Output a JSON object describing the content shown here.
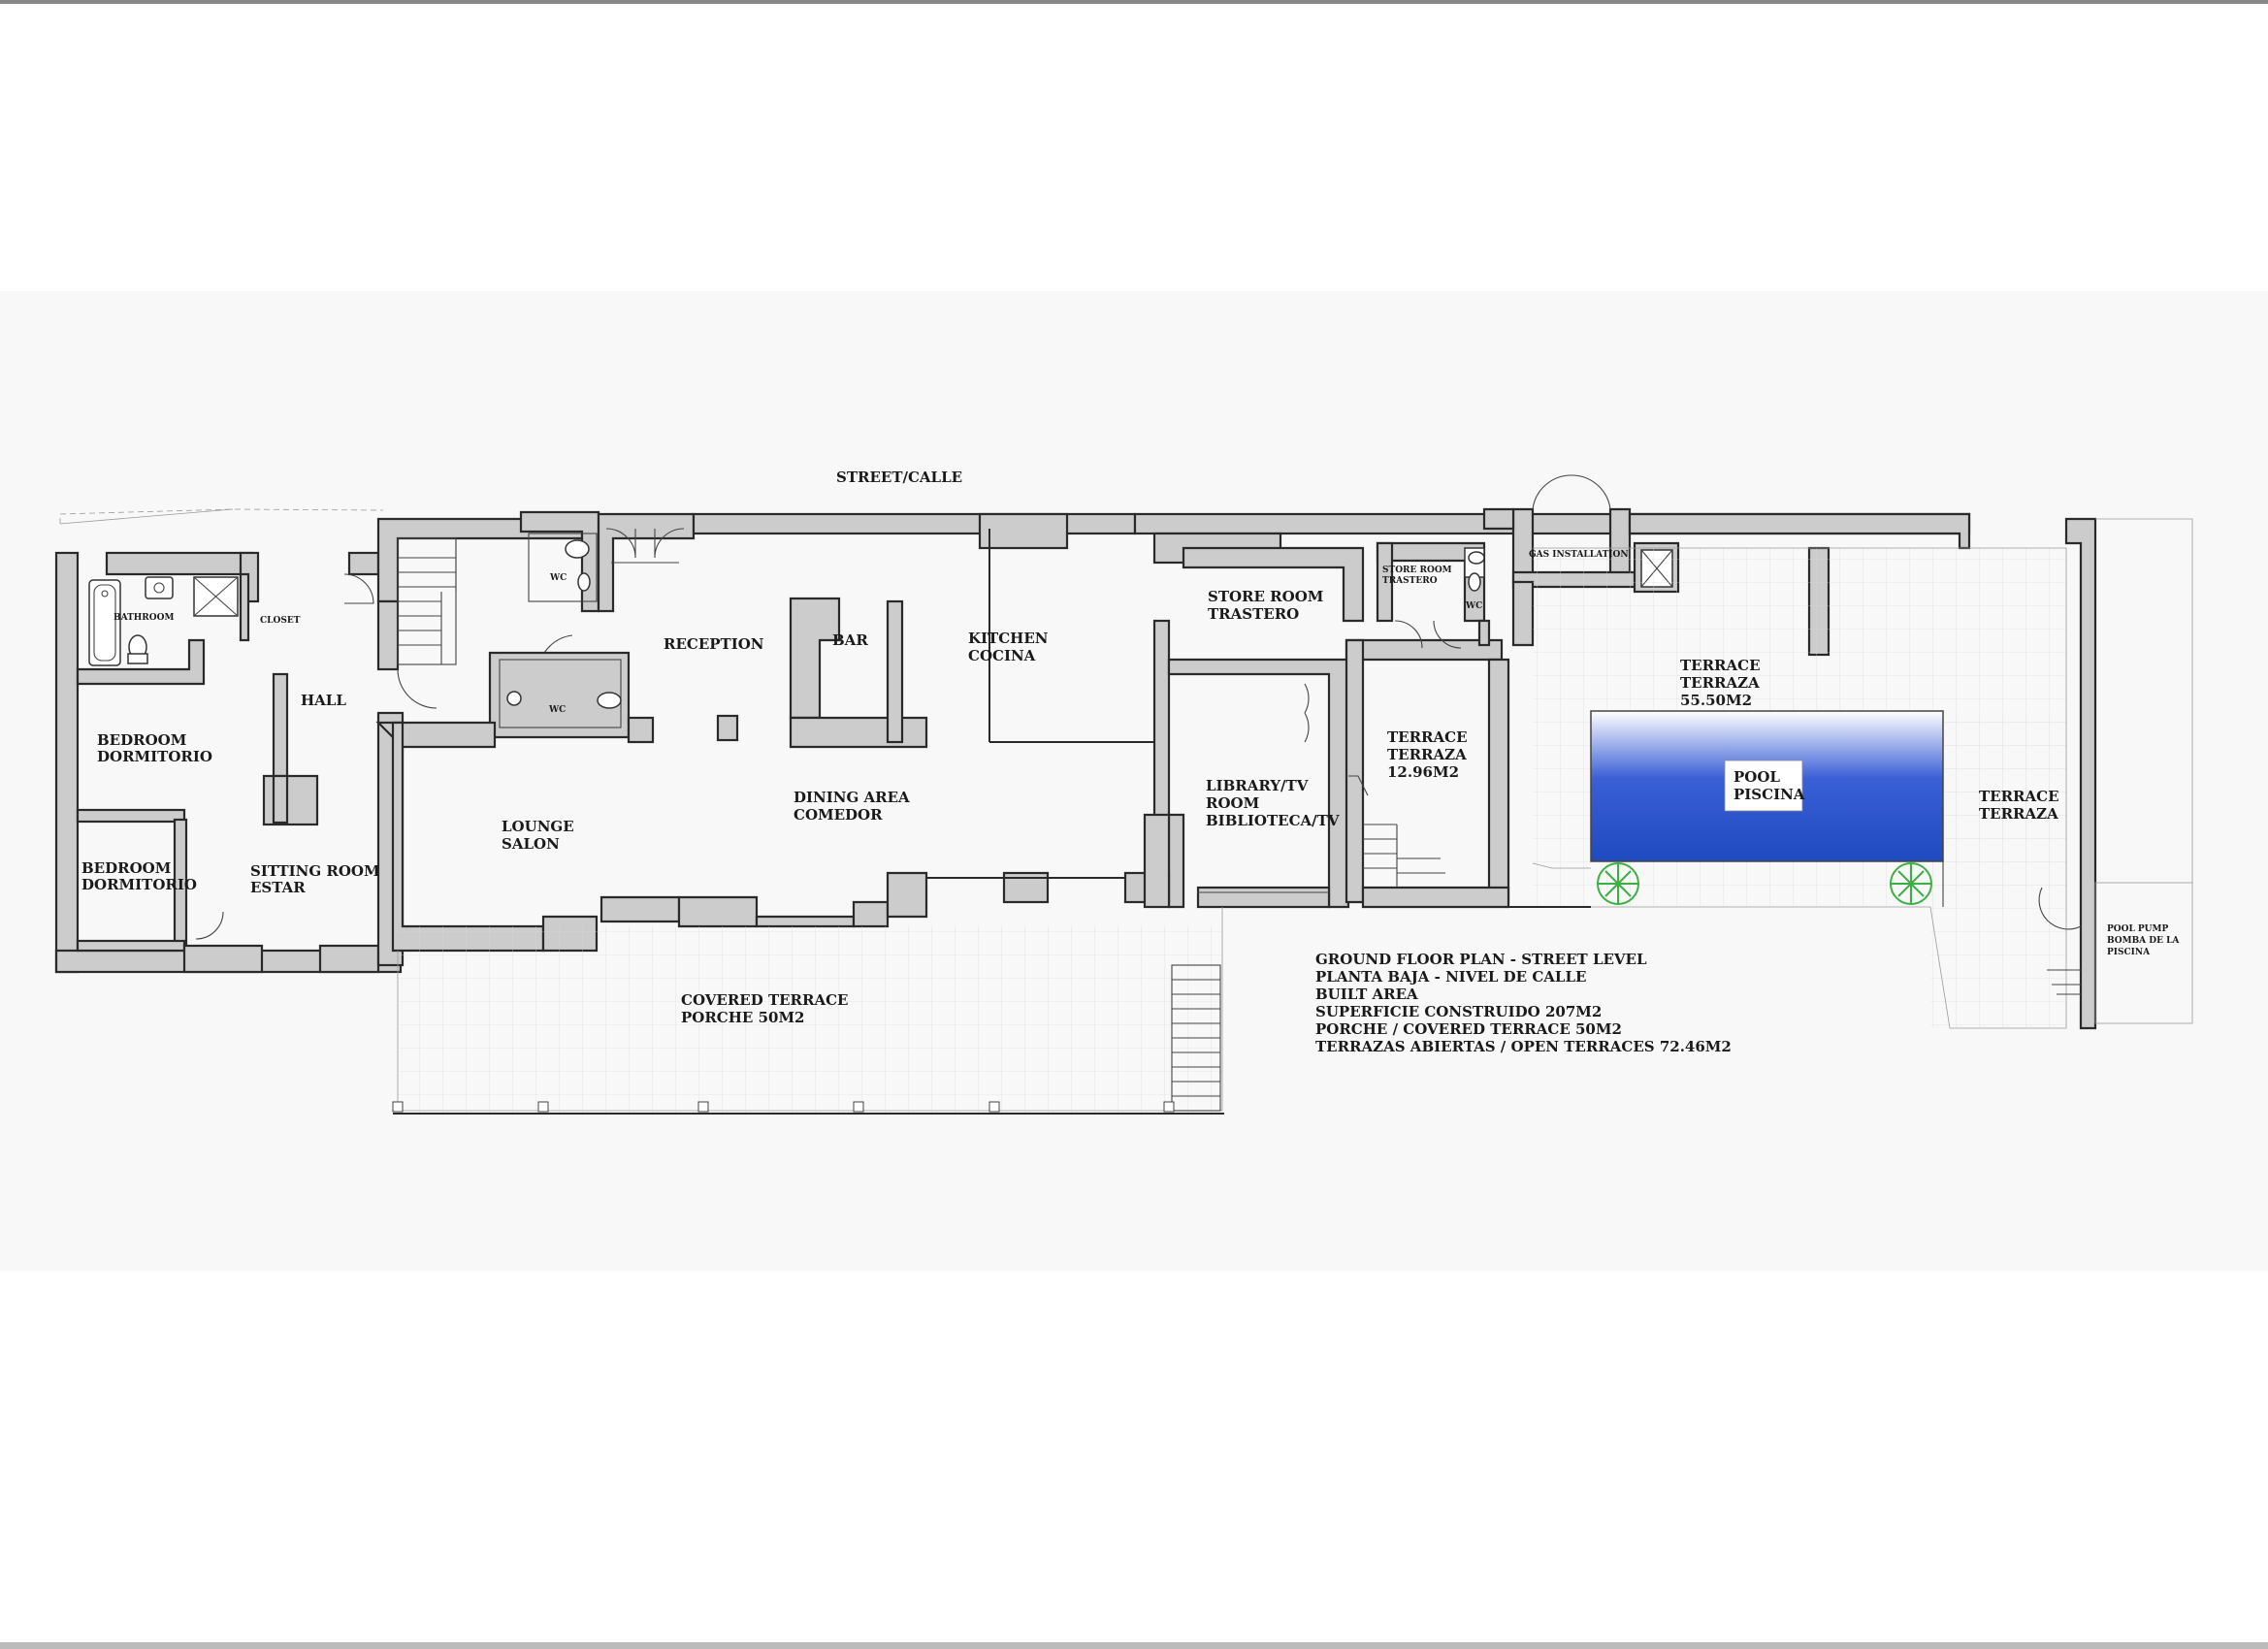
{
  "street_label": "STREET/CALLE",
  "rooms": {
    "bathroom": "BATHROOM",
    "closet": "CLOSET",
    "hall": "HALL",
    "bedroom1": [
      "BEDROOM",
      "DORMITORIO"
    ],
    "bedroom2": [
      "BEDROOM",
      "DORMITORIO"
    ],
    "sitting_room": [
      "SITTING ROOM",
      "ESTAR"
    ],
    "wc1": "WC",
    "wc2": "WC",
    "wc3": "WC",
    "reception": "RECEPTION",
    "bar": "BAR",
    "kitchen": [
      "KITCHEN",
      "COCINA"
    ],
    "store_room": [
      "STORE ROOM",
      "TRASTERO"
    ],
    "store_room_small": [
      "STORE ROOM",
      "TRASTERO"
    ],
    "gas_installation": "GAS INSTALLATION",
    "lounge": [
      "LOUNGE",
      "SALON"
    ],
    "dining": [
      "DINING AREA",
      "COMEDOR"
    ],
    "library": [
      "LIBRARY/TV",
      "ROOM",
      "BIBLIOTECA/TV"
    ],
    "terrace_small": [
      "TERRACE",
      "TERRAZA",
      "12.96M2"
    ],
    "terrace_large": [
      "TERRACE",
      "TERRAZA",
      "55.50M2"
    ],
    "pool": [
      "POOL",
      "PISCINA"
    ],
    "terrace_right": [
      "TERRACE",
      "TERRAZA"
    ],
    "pool_pump": [
      "POOL PUMP",
      "BOMBA DE LA",
      "PISCINA"
    ],
    "covered_terrace": [
      "COVERED TERRACE",
      "PORCHE 50M2"
    ]
  },
  "legend": [
    "GROUND FLOOR PLAN - STREET LEVEL",
    "PLANTA BAJA - NIVEL DE CALLE",
    "BUILT AREA",
    "SUPERFICIE CONSTRUIDO 207M2",
    "PORCHE / COVERED TERRACE 50M2",
    "TERRAZAS ABIERTAS / OPEN TERRACES 72.46M2"
  ],
  "colors": {
    "wall_fill": "#cccccc",
    "line": "#2a2a2a",
    "pool_dark": "#1f4fc4",
    "pool_light": "#ffffff",
    "planter": "#3cb043",
    "scan_shade": "#f7f7f7"
  }
}
